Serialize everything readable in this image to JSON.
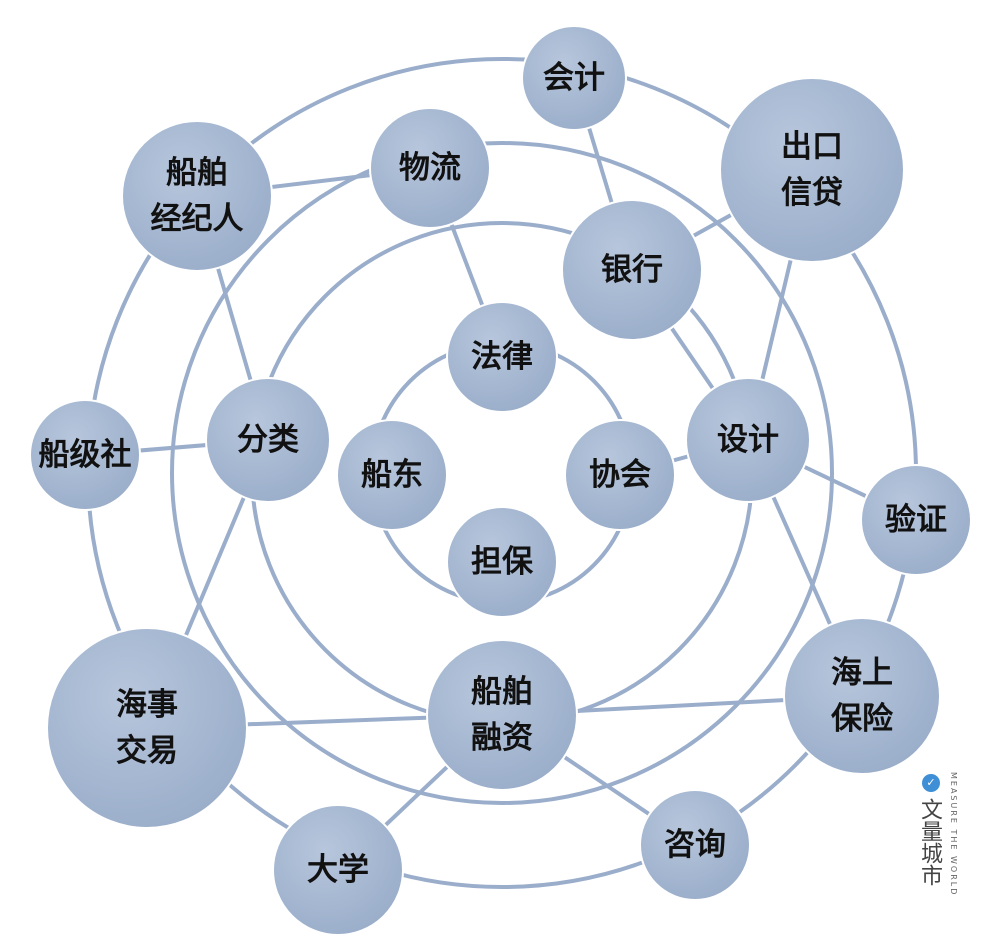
{
  "diagram": {
    "nodes": [
      {
        "id": "law",
        "lines": [
          "法律"
        ]
      },
      {
        "id": "shipowner",
        "lines": [
          "船东"
        ]
      },
      {
        "id": "association",
        "lines": [
          "协会"
        ]
      },
      {
        "id": "guarantee",
        "lines": [
          "担保"
        ]
      },
      {
        "id": "classification",
        "lines": [
          "分类"
        ]
      },
      {
        "id": "logistics",
        "lines": [
          "物流"
        ]
      },
      {
        "id": "bank",
        "lines": [
          "银行"
        ]
      },
      {
        "id": "design",
        "lines": [
          "设计"
        ]
      },
      {
        "id": "ship-finance",
        "lines": [
          "船舶",
          "融资"
        ]
      },
      {
        "id": "accounting",
        "lines": [
          "会计"
        ]
      },
      {
        "id": "ship-broker",
        "lines": [
          "船舶",
          "经纪人"
        ]
      },
      {
        "id": "export-credit",
        "lines": [
          "出口",
          "信贷"
        ]
      },
      {
        "id": "class-society",
        "lines": [
          "船级社"
        ]
      },
      {
        "id": "verification",
        "lines": [
          "验证"
        ]
      },
      {
        "id": "marine-insurance",
        "lines": [
          "海上",
          "保险"
        ]
      },
      {
        "id": "maritime-trade",
        "lines": [
          "海事",
          "交易"
        ]
      },
      {
        "id": "consulting",
        "lines": [
          "咨询"
        ]
      },
      {
        "id": "university",
        "lines": [
          "大学"
        ]
      }
    ],
    "links": [
      [
        "logistics",
        "law"
      ],
      [
        "accounting",
        "bank"
      ],
      [
        "bank",
        "design"
      ],
      [
        "export-credit",
        "design"
      ],
      [
        "export-credit",
        "bank"
      ],
      [
        "ship-broker",
        "logistics"
      ],
      [
        "ship-broker",
        "classification"
      ],
      [
        "class-society",
        "classification"
      ],
      [
        "classification",
        "maritime-trade"
      ],
      [
        "design",
        "verification"
      ],
      [
        "design",
        "marine-insurance"
      ],
      [
        "design",
        "association"
      ],
      [
        "maritime-trade",
        "ship-finance"
      ],
      [
        "ship-finance",
        "marine-insurance"
      ],
      [
        "ship-finance",
        "university"
      ],
      [
        "ship-finance",
        "consulting"
      ]
    ]
  },
  "watermark": {
    "logo": "✓",
    "text": "文量城市",
    "subtext": "MEASURE THE WORLD"
  },
  "colors": {
    "node_fill": "#a9b9d3",
    "node_fill_dark": "#94a8c6",
    "line": "#9aaecb",
    "text": "#111111"
  }
}
